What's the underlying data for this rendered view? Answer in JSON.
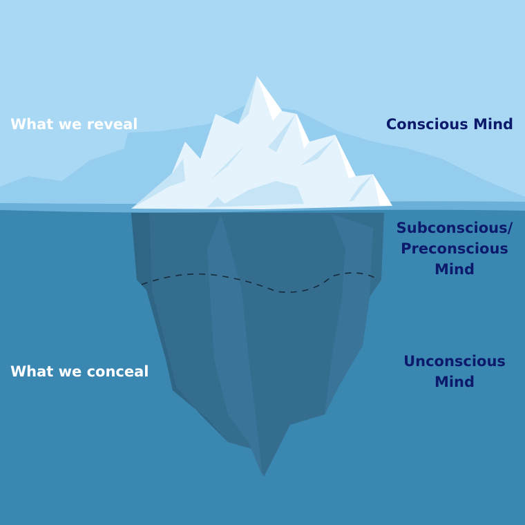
{
  "labels": {
    "reveal": "What we reveal",
    "conceal": "What we conceal",
    "conscious": "Conscious Mind",
    "subconscious_line1": "Subconscious/",
    "subconscious_line2": "Preconscious",
    "subconscious_line3": "Mind",
    "unconscious_line1": "Unconscious",
    "unconscious_line2": "Mind"
  },
  "colors": {
    "sky": "#a8d8f3",
    "water": "#3a87b2",
    "text_navy": "#0d1a6b"
  }
}
